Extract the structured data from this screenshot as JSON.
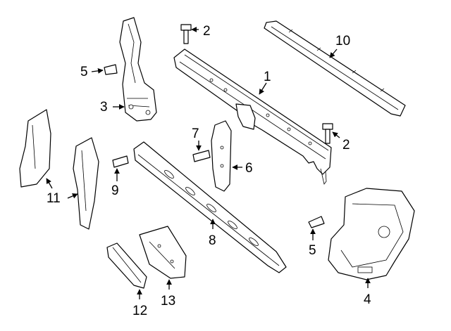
{
  "diagram": {
    "callouts": [
      "1",
      "2",
      "2",
      "3",
      "4",
      "5",
      "5",
      "6",
      "7",
      "8",
      "9",
      "10",
      "11",
      "12",
      "13"
    ]
  }
}
